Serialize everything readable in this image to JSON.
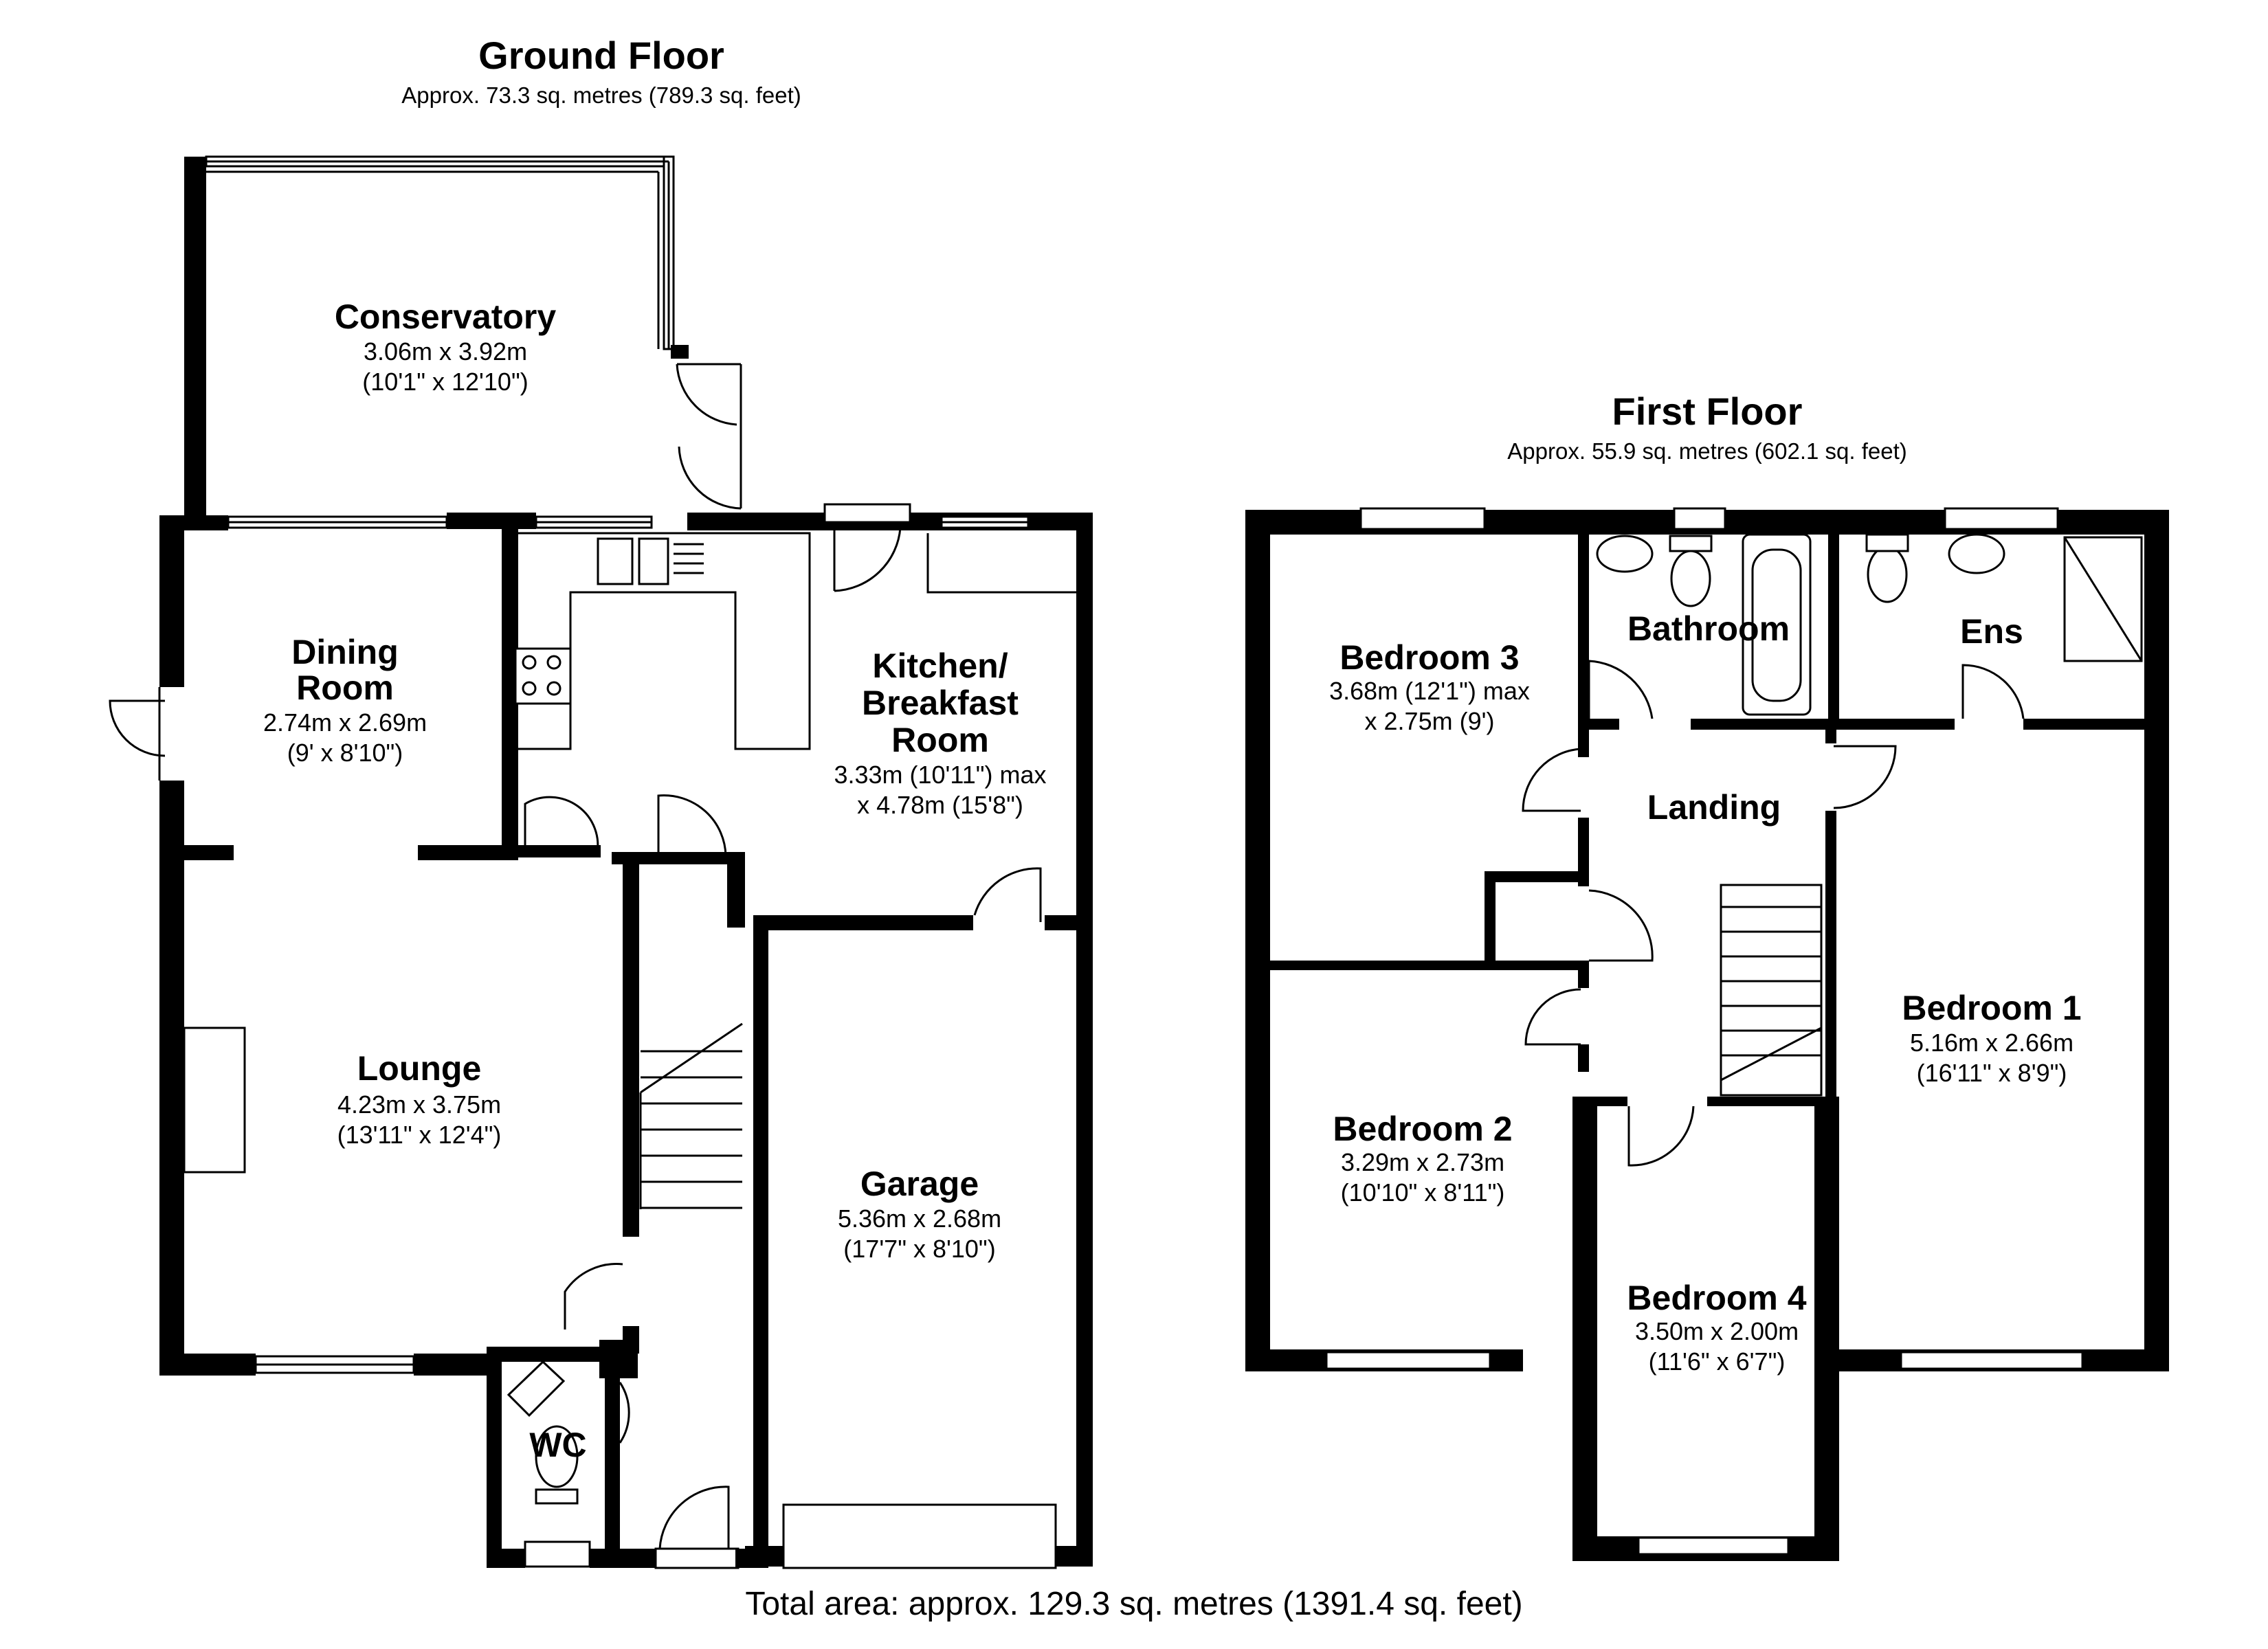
{
  "ground_floor": {
    "title": "Ground Floor",
    "area": "Approx. 73.3 sq. metres (789.3 sq. feet)",
    "rooms": {
      "conservatory": {
        "name": "Conservatory",
        "dim_metric": "3.06m x 3.92m",
        "dim_imperial": "(10'1\" x 12'10\")"
      },
      "dining": {
        "name_line1": "Dining",
        "name_line2": "Room",
        "dim_metric": "2.74m x 2.69m",
        "dim_imperial": "(9' x 8'10\")"
      },
      "kitchen": {
        "name_line1": "Kitchen/",
        "name_line2": "Breakfast",
        "name_line3": "Room",
        "dim_metric": "3.33m (10'11\") max",
        "dim_imperial": "x 4.78m (15'8\")"
      },
      "lounge": {
        "name": "Lounge",
        "dim_metric": "4.23m x 3.75m",
        "dim_imperial": "(13'11\" x 12'4\")"
      },
      "garage": {
        "name": "Garage",
        "dim_metric": "5.36m x 2.68m",
        "dim_imperial": "(17'7\" x 8'10\")"
      },
      "wc": {
        "name": "WC"
      }
    }
  },
  "first_floor": {
    "title": "First Floor",
    "area": "Approx. 55.9 sq. metres (602.1 sq. feet)",
    "rooms": {
      "bedroom3": {
        "name": "Bedroom 3",
        "dim_metric": "3.68m (12'1\") max",
        "dim_imperial": "x 2.75m (9')"
      },
      "bathroom": {
        "name": "Bathroom"
      },
      "ensuite": {
        "name": "Ens"
      },
      "landing": {
        "name": "Landing"
      },
      "bedroom1": {
        "name": "Bedroom 1",
        "dim_metric": "5.16m x 2.66m",
        "dim_imperial": "(16'11\" x 8'9\")"
      },
      "bedroom2": {
        "name": "Bedroom 2",
        "dim_metric": "3.29m x 2.73m",
        "dim_imperial": "(10'10\" x 8'11\")"
      },
      "bedroom4": {
        "name": "Bedroom 4",
        "dim_metric": "3.50m x 2.00m",
        "dim_imperial": "(11'6\" x 6'7\")"
      }
    }
  },
  "total_area": "Total area: approx. 129.3 sq. metres (1391.4 sq. feet)"
}
